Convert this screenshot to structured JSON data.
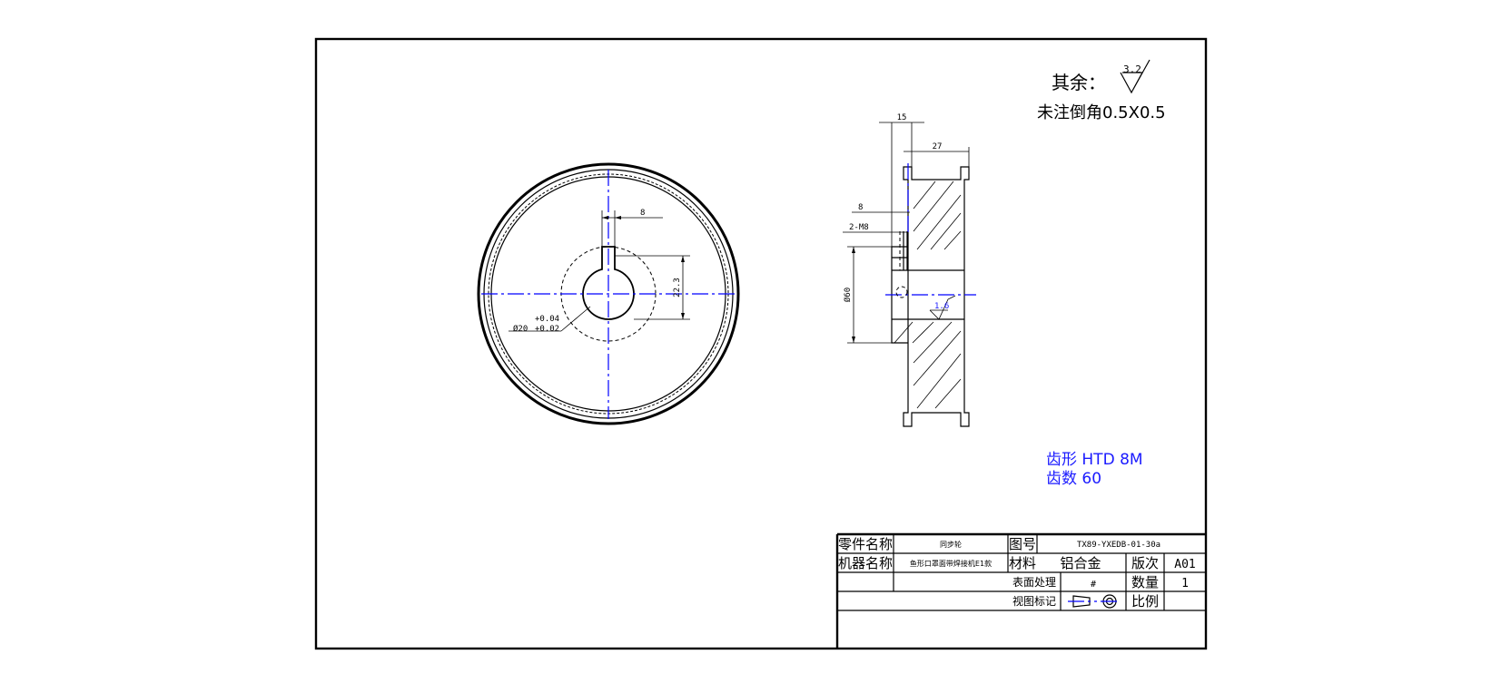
{
  "notes": {
    "rest_prefix": "其余：",
    "roughness_rest": "3.2",
    "chamfer_note": "未注倒角0.5X0.5",
    "tooth_profile": "齿形 HTD 8M",
    "tooth_count": "齿数 60"
  },
  "dimensions": {
    "front_keyway_width": "8",
    "front_key_depth": "22.3",
    "bore_diameter": "Ø20",
    "bore_tol_upper": "+0.04",
    "bore_tol_lower": "+0.02",
    "side_hub_width": "15",
    "side_face_width": "27",
    "side_key": "8",
    "side_setscrew": "2-M8",
    "side_hub_diameter": "Ø60",
    "side_roughness": "1.6"
  },
  "title_block": {
    "part_name_label": "零件名称",
    "part_name_value": "同步轮",
    "drawing_no_label": "图号",
    "drawing_no_value": "TX89-YXEDB-01-30a",
    "machine_name_label": "机器名称",
    "machine_name_value": "鱼形口罩面带焊接机E1款",
    "material_label": "材料",
    "material_value": "铝合金",
    "revision_label": "版次",
    "revision_value": "A01",
    "surface_label": "表面处理",
    "surface_value": "#",
    "quantity_label": "数量",
    "quantity_value": "1",
    "view_label": "视图标记",
    "scale_label": "比例"
  }
}
